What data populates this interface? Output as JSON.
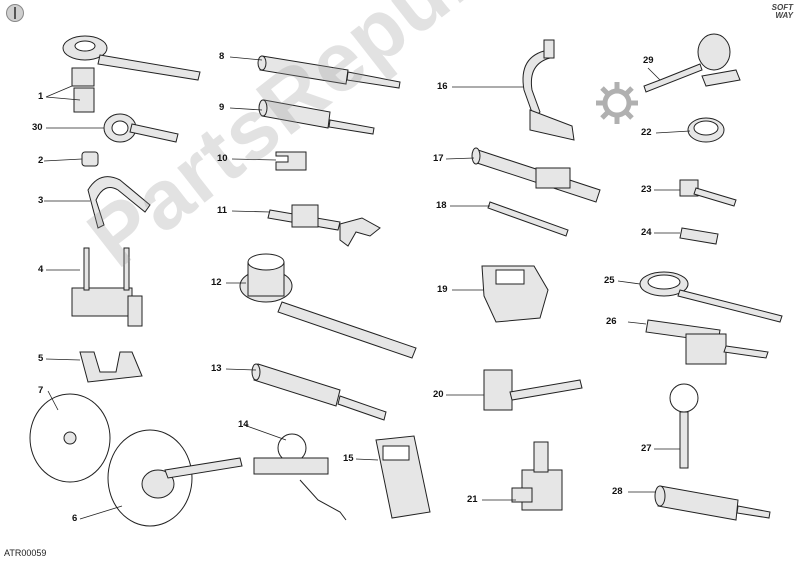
{
  "header": {
    "brand_top": "SOFT",
    "brand_bottom": "WAY"
  },
  "watermark": "PartsRepublik",
  "footer": {
    "code": "ATR00059"
  },
  "callouts": [
    "1",
    "2",
    "3",
    "4",
    "5",
    "6",
    "7",
    "8",
    "9",
    "10",
    "11",
    "12",
    "13",
    "14",
    "15",
    "16",
    "17",
    "18",
    "19",
    "20",
    "21",
    "22",
    "23",
    "24",
    "25",
    "26",
    "27",
    "28",
    "29",
    "30"
  ],
  "colors": {
    "line": "#222222",
    "fill": "#e6e6e6",
    "dark": "#555555",
    "watermark": "#b0b0b0"
  },
  "icons": {
    "corner": "wrench-circle-icon",
    "watermark": "gear-icon"
  }
}
